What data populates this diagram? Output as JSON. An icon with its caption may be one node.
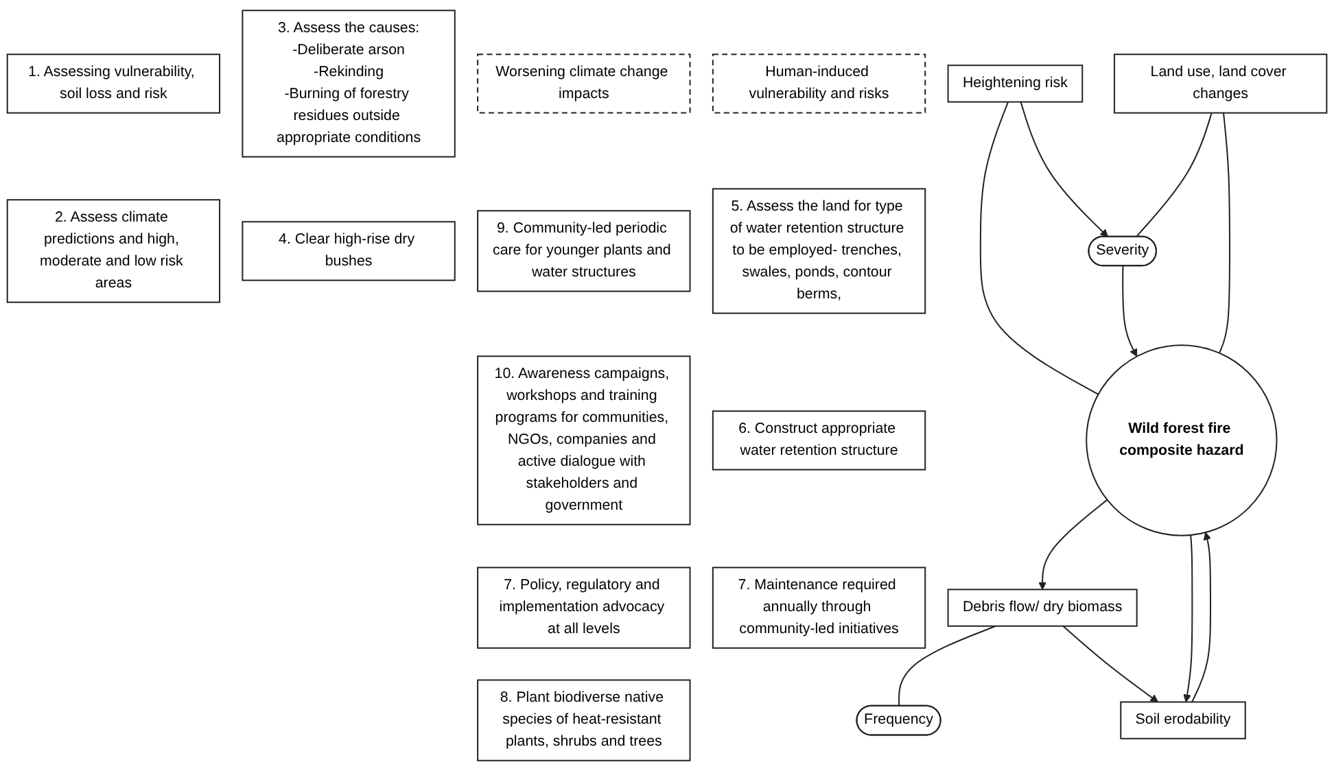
{
  "diagram": {
    "nodes": [
      {
        "text": [
          "Worsening climate change impacts"
        ]
      },
      {
        "text": [
          "1. Assessing vulnerability, soil loss and risk"
        ]
      },
      {
        "text": [
          "2. Assess climate predictions and high, moderate and low risk areas"
        ]
      },
      {
        "text": [
          "3. Assess the causes:",
          "-Deliberate arson",
          "-Rekinding",
          "-Burning of forestry residues outside appropriate conditions"
        ]
      },
      {
        "text": [
          "Human-induced vulnerability and risks"
        ]
      },
      {
        "text": [
          "4. Clear high-rise dry bushes"
        ]
      },
      {
        "text": [
          "9. Community-led periodic care for younger plants and water structures"
        ]
      },
      {
        "text": [
          "Heightening risk"
        ]
      },
      {
        "text": [
          "Debris flow/ dry biomass"
        ]
      },
      {
        "text": [
          "10. Awareness campaigns, workshops and training programs for communities, NGOs, companies and active dialogue with stakeholders and government"
        ]
      },
      {
        "text": [
          "5. Assess the land for type of water retention structure to be employed- trenches, swales, ponds, contour berms,"
        ]
      },
      {
        "text": [
          "Severity"
        ]
      },
      {
        "text": [
          "Wild forest fire composite hazard"
        ]
      },
      {
        "text": [
          "Frequency"
        ]
      },
      {
        "text": [
          "7. Policy, regulatory and implementation advocacy at all levels"
        ]
      },
      {
        "text": [
          "Land use, land cover changes"
        ]
      },
      {
        "text": [
          "Soil erodability"
        ]
      },
      {
        "text": [
          "6. Construct appropriate water retention structure"
        ]
      },
      {
        "text": [
          "8. Plant biodiverse native species of heat-resistant plants, shrubs and trees"
        ]
      },
      {
        "text": [
          "7. Maintenance required annually through community-led initiatives"
        ]
      }
    ],
    "edges": [
      {
        "from": 7,
        "to": 12,
        "arrow": "none"
      },
      {
        "from": 7,
        "to": 11,
        "arrow": "to"
      },
      {
        "from": 12,
        "to": 8,
        "arrow": "to"
      },
      {
        "from": 8,
        "to": 13,
        "arrow": "none"
      },
      {
        "from": 8,
        "to": 16,
        "arrow": "to"
      },
      {
        "from": 15,
        "to": 11,
        "arrow": "none"
      },
      {
        "from": 11,
        "to": 12,
        "arrow": "to"
      },
      {
        "from": 15,
        "to": 12,
        "arrow": "none"
      },
      {
        "from": 12,
        "to": 16,
        "arrow": "to"
      },
      {
        "from": 16,
        "to": 12,
        "arrow": "to"
      }
    ]
  }
}
